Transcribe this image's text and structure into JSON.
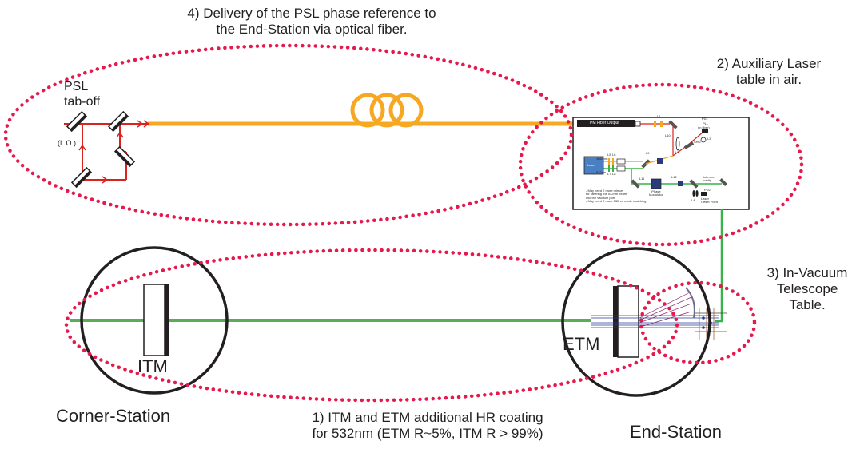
{
  "labels": {
    "delivery_line1": "4) Delivery of the PSL phase reference to",
    "delivery_line2": "the End-Station via optical fiber.",
    "aux_line1": "2) Auxiliary Laser",
    "aux_line2": "table in air.",
    "psl_line1": "PSL",
    "psl_line2": "tab-off",
    "lo": "(L.O.)",
    "invac_line1": "3) In-Vacuum",
    "invac_line2": "Telescope",
    "invac_line3": "Table.",
    "itm": "ITM",
    "etm": "ETM",
    "corner_station": "Corner-Station",
    "end_station": "End-Station",
    "coating_line1": "1) ITM and ETM additional HR coating",
    "coating_line2": "for 532nm (ETM R~5%, ITM R > 99%)"
  },
  "aux_table": {
    "fiber_output": "PM Fiber Output",
    "pd1": "PD1",
    "pll": "PLL",
    "shg": "SHG",
    "shg_sub": "(in fiber)",
    "phase_modulator_line1": "Phase",
    "phase_modulator_line2": "Modulator",
    "laser_offset_line1": "Laser",
    "laser_offset_line2": "Offset Point",
    "pd2": "PD2",
    "into_arm_line1": "into arm",
    "into_arm_line2": "cavity",
    "laser_top": "1064nm",
    "laser_bottom": "532nm",
    "laser_label": "Laser",
    "notes": [
      "- May need 2 more mirrors",
      "for steering the 532nm beam",
      "into the vacuum port",
      "- May need 2 more 532nm mode matching"
    ],
    "lens_labels": [
      "L1",
      "L2",
      "L3",
      "L4",
      "L5",
      "L6",
      "L7",
      "L8",
      "L9",
      "L10",
      "L11",
      "L12"
    ]
  },
  "colors": {
    "annotation_ellipse": "#e5194c",
    "fiber": "#f7a823",
    "psl_beam": "#d9231f",
    "green_beam": "#37b34a",
    "arm_beam": "#5aad55",
    "outline": "#231f20",
    "laser_box": "#4a7fc1"
  }
}
